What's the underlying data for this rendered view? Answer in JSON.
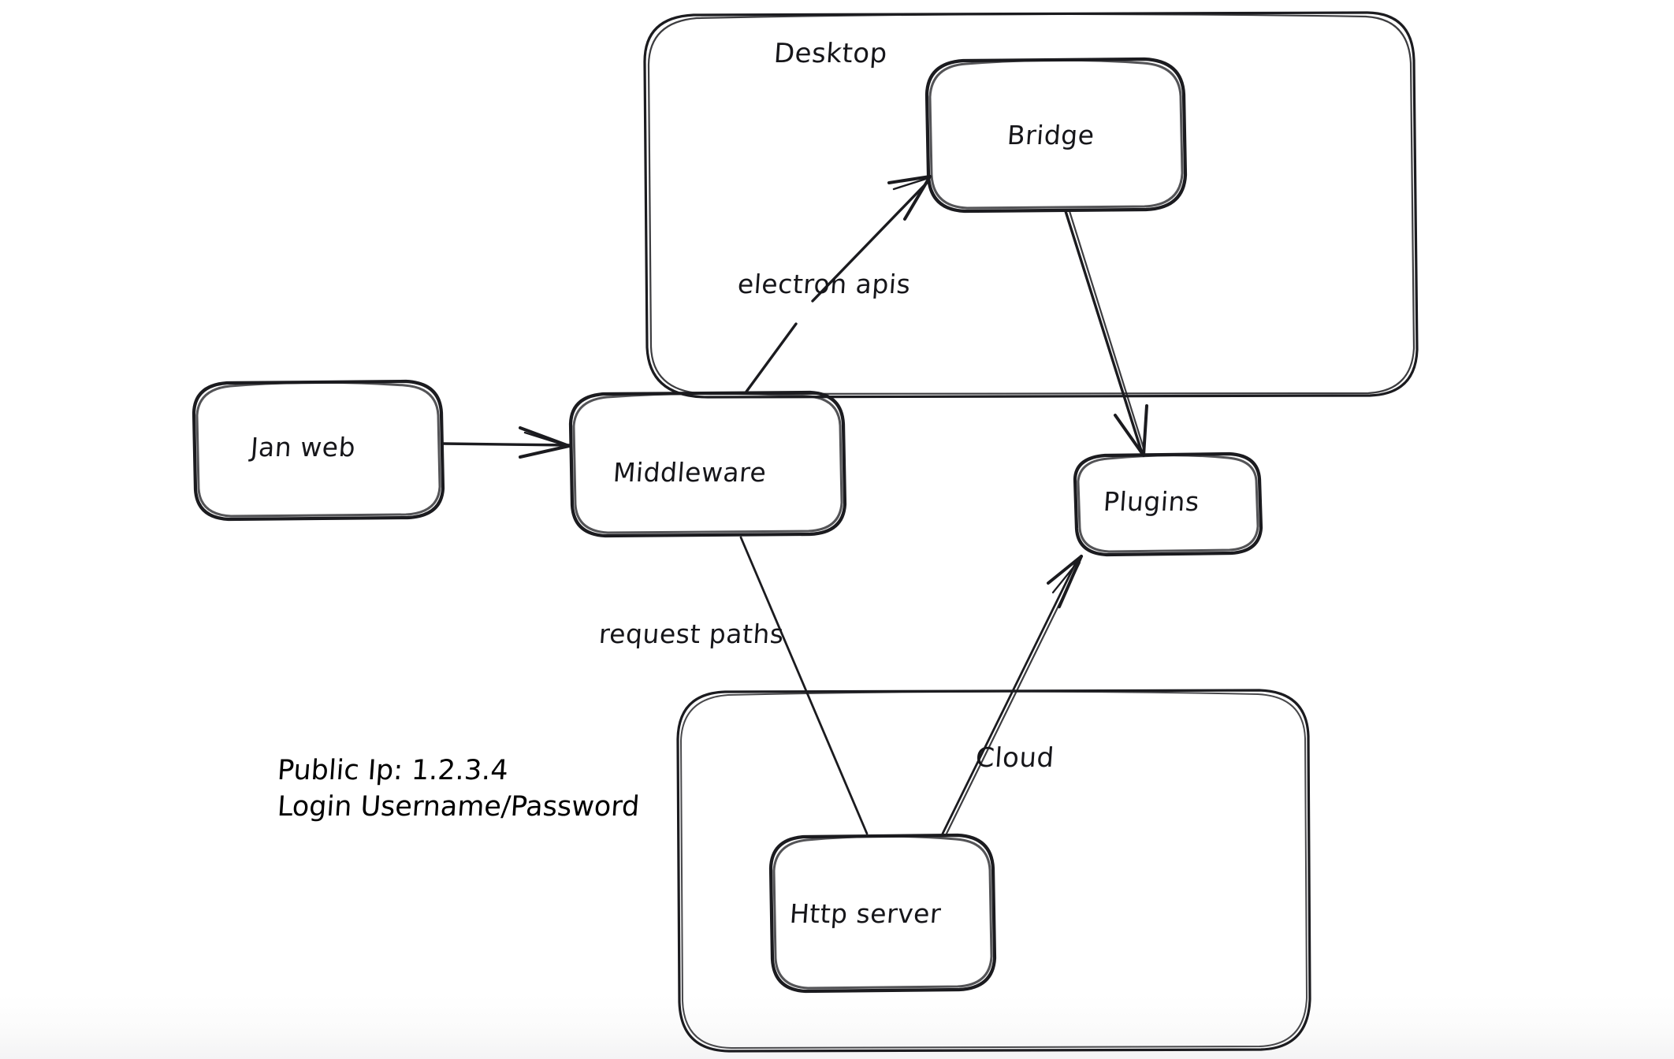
{
  "diagram": {
    "title": "Jan architecture whiteboard sketch",
    "style": "hand-drawn",
    "background_color": "#ffffff",
    "stroke_color": "#1b1b1f",
    "containers": [
      {
        "id": "desktop",
        "label": "Desktop"
      },
      {
        "id": "cloud",
        "label": "Cloud"
      }
    ],
    "nodes": [
      {
        "id": "jan-web",
        "label": "Jan web"
      },
      {
        "id": "middleware",
        "label": "Middleware"
      },
      {
        "id": "bridge",
        "label": "Bridge"
      },
      {
        "id": "plugins",
        "label": "Plugins"
      },
      {
        "id": "http-server",
        "label": "Http server"
      }
    ],
    "edges": [
      {
        "id": "jan-web-to-middleware",
        "from": "jan-web",
        "to": "middleware",
        "label": ""
      },
      {
        "id": "middleware-to-bridge",
        "from": "middleware",
        "to": "bridge",
        "label": "electron apis"
      },
      {
        "id": "bridge-to-plugins",
        "from": "bridge",
        "to": "plugins",
        "label": ""
      },
      {
        "id": "middleware-to-http-server",
        "from": "middleware",
        "to": "http-server",
        "label": "request paths"
      },
      {
        "id": "http-server-to-plugins",
        "from": "http-server",
        "to": "plugins",
        "label": "Cloud"
      }
    ],
    "edge_labels": {
      "electron_apis": "electron apis",
      "request_paths": "request paths",
      "cloud": "Cloud"
    },
    "notes": {
      "public_ip": "Public Ip: 1.2.3.4",
      "login": "Login Username/Password"
    }
  }
}
